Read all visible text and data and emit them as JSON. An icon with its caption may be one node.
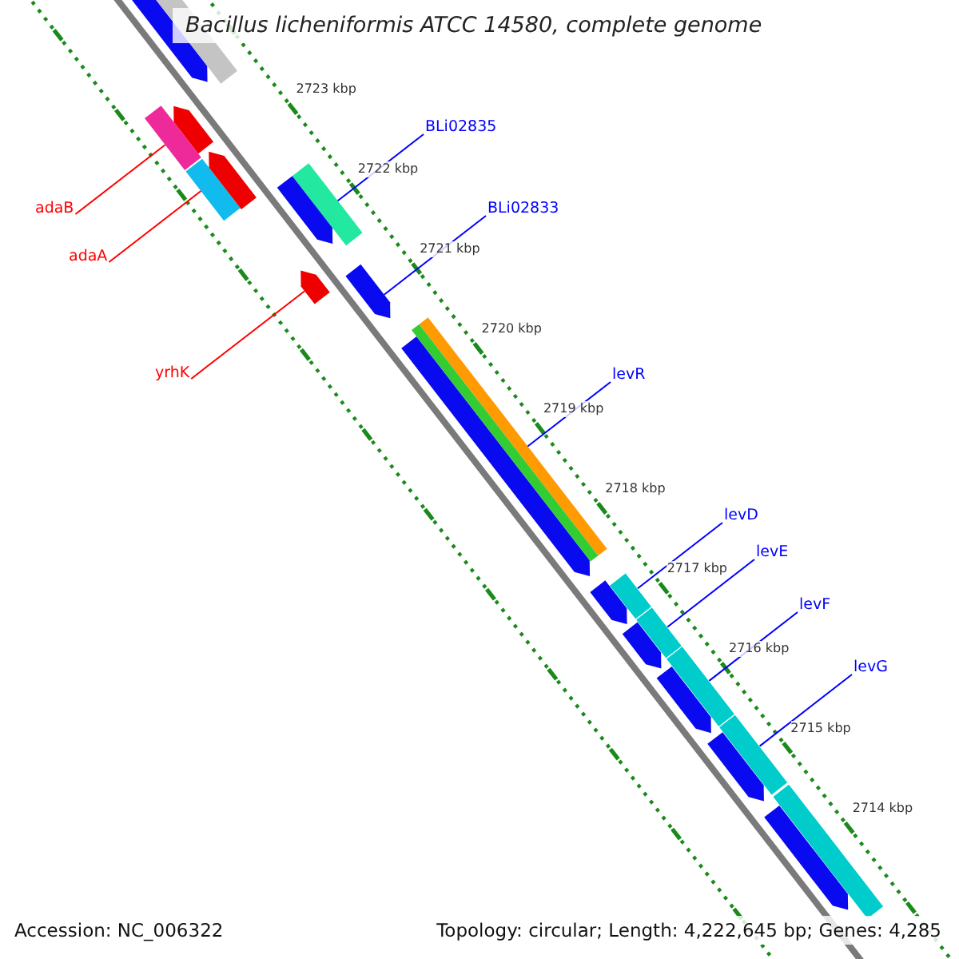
{
  "diagram": {
    "title": "Bacillus licheniformis ATCC 14580, complete genome",
    "nodes": [
      {
        "text": [
          "adaB"
        ]
      },
      {
        "text": [
          "adaA"
        ]
      },
      {
        "text": [
          "yrhK"
        ]
      },
      {
        "text": [
          "BLi02835"
        ]
      },
      {
        "text": [
          "BLi02833"
        ]
      },
      {
        "text": [
          "levR"
        ]
      },
      {
        "text": [
          "levD"
        ]
      },
      {
        "text": [
          "levE"
        ]
      },
      {
        "text": [
          "levF"
        ]
      },
      {
        "text": [
          "levG"
        ]
      },
      {
        "text": [],
        "shape": "bar"
      },
      {
        "text": [],
        "shape": "bar"
      },
      {
        "text": [],
        "shape": "arrow"
      },
      {
        "text": [],
        "shape": "bar"
      },
      {
        "text": [],
        "shape": "arrow"
      },
      {
        "text": [],
        "shape": "bar"
      },
      {
        "text": [],
        "shape": "bar"
      },
      {
        "text": [],
        "shape": "bar"
      },
      {
        "text": [],
        "shape": "bar"
      },
      {
        "text": [],
        "shape": "bar"
      },
      {
        "text": [],
        "shape": "arrow"
      },
      {
        "text": [],
        "shape": "bar"
      },
      {
        "text": [],
        "shape": "arrow"
      },
      {
        "text": [],
        "shape": "arrow"
      },
      {
        "text": [],
        "shape": "arrow"
      },
      {
        "text": [],
        "shape": "arrow"
      },
      {
        "text": [],
        "shape": "bar"
      },
      {
        "text": [],
        "shape": "bar"
      },
      {
        "text": [],
        "shape": "arrow"
      },
      {
        "text": [],
        "shape": "arrow"
      },
      {
        "text": [],
        "shape": "arrow"
      },
      {
        "text": [],
        "shape": "arrow"
      },
      {
        "text": [],
        "shape": "arrow"
      }
    ],
    "edges": [
      {
        "from": 0,
        "to": 10,
        "arrow": "none",
        "color": "#ff0000"
      },
      {
        "from": 1,
        "to": 11,
        "arrow": "none",
        "color": "#ff0000"
      },
      {
        "from": 2,
        "to": 12,
        "arrow": "none",
        "color": "#ff0000"
      },
      {
        "from": 3,
        "to": 13,
        "arrow": "none"
      },
      {
        "from": 4,
        "to": 14,
        "arrow": "none"
      },
      {
        "from": 5,
        "to": 15,
        "arrow": "none"
      },
      {
        "from": 6,
        "to": 16,
        "arrow": "none"
      },
      {
        "from": 7,
        "to": 17,
        "arrow": "none"
      },
      {
        "from": 8,
        "to": 18,
        "arrow": "none"
      },
      {
        "from": 9,
        "to": 19,
        "arrow": "none"
      }
    ],
    "labels": [
      "2723 kbp",
      "2722 kbp",
      "2721 kbp",
      "2720 kbp",
      "2719 kbp",
      "2718 kbp",
      "2717 kbp",
      "2716 kbp",
      "2715 kbp",
      "2714 kbp",
      "Accession: NC_006322",
      "Topology: circular; Length: 4,222,645 bp; Genes: 4,285"
    ]
  }
}
